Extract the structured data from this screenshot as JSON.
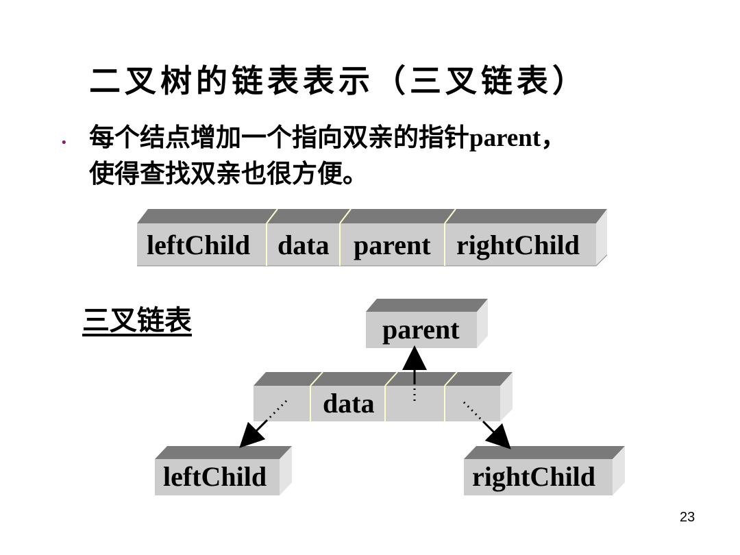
{
  "title": "二叉树的链表表示（三叉链表）",
  "bullet": {
    "text_cn": "每个结点增加一个指向双亲的指针",
    "text_en": "parent",
    "text_end": "，",
    "line2": "使得查找双亲也很方便。"
  },
  "node_struct": {
    "fields": [
      "leftChild",
      "data",
      "parent",
      "rightChild"
    ]
  },
  "subheading": "三叉链表",
  "diagram": {
    "parent_label": "parent",
    "data_label": "data",
    "left_label": "leftChild",
    "right_label": "rightChild"
  },
  "page_number": "23"
}
